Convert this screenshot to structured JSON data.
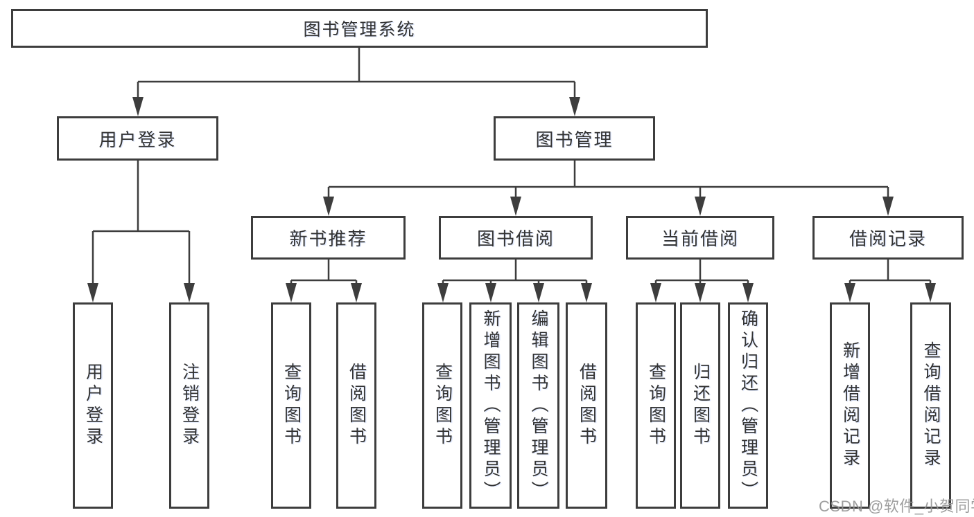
{
  "diagram_title": "图书管理系统",
  "nodes": {
    "root": {
      "label": "图书管理系统"
    },
    "user_login": {
      "label": "用户登录"
    },
    "book_mgmt": {
      "label": "图书管理"
    },
    "new_book_rec": {
      "label": "新书推荐"
    },
    "book_borrow": {
      "label": "图书借阅"
    },
    "current_borrow": {
      "label": "当前借阅"
    },
    "borrow_records": {
      "label": "借阅记录"
    },
    "leaf_user_login": {
      "label": "用户登录"
    },
    "leaf_logout": {
      "label": "注销登录"
    },
    "leaf_rec_query": {
      "label": "查询图书"
    },
    "leaf_rec_borrow": {
      "label": "借阅图书"
    },
    "leaf_bb_query": {
      "label": "查询图书"
    },
    "leaf_bb_add": {
      "label": "新增图书（管理员）"
    },
    "leaf_bb_edit": {
      "label": "编辑图书（管理员）"
    },
    "leaf_bb_borrow": {
      "label": "借阅图书"
    },
    "leaf_cb_query": {
      "label": "查询图书"
    },
    "leaf_cb_return": {
      "label": "归还图书"
    },
    "leaf_cb_confirm": {
      "label": "确认归还（管理员）"
    },
    "leaf_br_add": {
      "label": "新增借阅记录"
    },
    "leaf_br_query": {
      "label": "查询借阅记录"
    }
  },
  "hierarchy": {
    "label": "图书管理系统",
    "children": [
      {
        "label": "用户登录",
        "children": [
          {
            "label": "用户登录"
          },
          {
            "label": "注销登录"
          }
        ]
      },
      {
        "label": "图书管理",
        "children": [
          {
            "label": "新书推荐",
            "children": [
              {
                "label": "查询图书"
              },
              {
                "label": "借阅图书"
              }
            ]
          },
          {
            "label": "图书借阅",
            "children": [
              {
                "label": "查询图书"
              },
              {
                "label": "新增图书（管理员）"
              },
              {
                "label": "编辑图书（管理员）"
              },
              {
                "label": "借阅图书"
              }
            ]
          },
          {
            "label": "当前借阅",
            "children": [
              {
                "label": "查询图书"
              },
              {
                "label": "归还图书"
              },
              {
                "label": "确认归还（管理员）"
              }
            ]
          },
          {
            "label": "借阅记录",
            "children": [
              {
                "label": "新增借阅记录"
              },
              {
                "label": "查询借阅记录"
              }
            ]
          }
        ]
      }
    ]
  },
  "watermark": {
    "text": "CSDN @软件_小贺同学"
  },
  "colors": {
    "line": "#3d3d3d",
    "box_border": "#3d3d3d",
    "text": "#333333",
    "watermark": "#949494",
    "background": "#ffffff"
  }
}
